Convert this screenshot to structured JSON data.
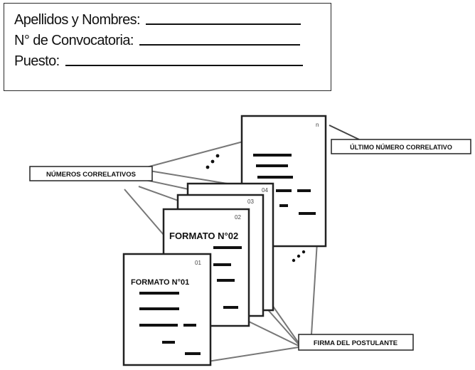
{
  "form": {
    "fields": [
      {
        "label": "Apellidos y Nombres:"
      },
      {
        "label": "N° de Convocatoria:"
      },
      {
        "label": "Puesto:"
      }
    ]
  },
  "diagram": {
    "callouts": {
      "numeros": "NÚMEROS CORRELATIVOS",
      "ultimo": "ÚLTIMO NÚMERO CORRELATIVO",
      "firma": "FIRMA DEL POSTULANTE"
    },
    "pages": [
      {
        "num": "01",
        "title": "FORMATO N°01"
      },
      {
        "num": "02",
        "title": "FORMATO N°02"
      },
      {
        "num": "03",
        "title": ""
      },
      {
        "num": "04",
        "title": ""
      },
      {
        "num": "n",
        "title": ""
      }
    ]
  }
}
